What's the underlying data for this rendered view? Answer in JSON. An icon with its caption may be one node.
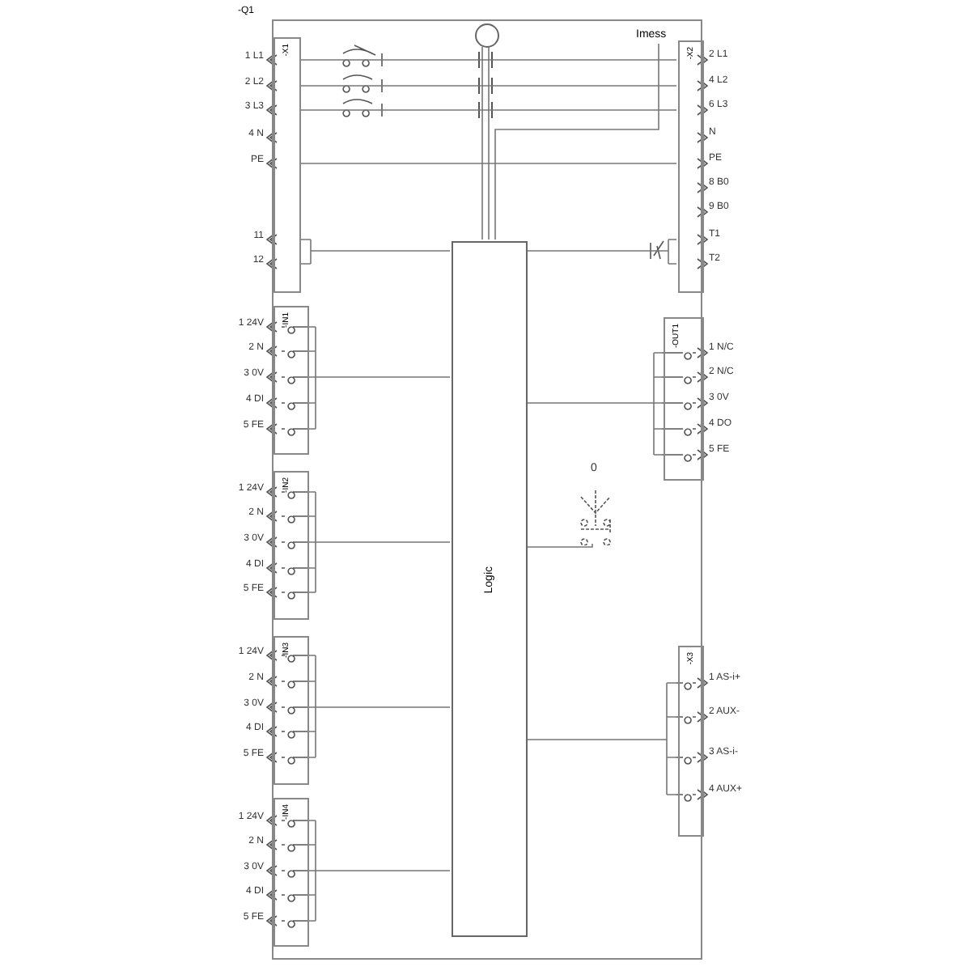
{
  "diagram": {
    "nodes": [
      {
        "text": [
          "-Q1"
        ]
      },
      {
        "text": [
          "-X1"
        ],
        "in": 0,
        "beside": [
          "1 L1",
          "2 L2",
          "3 L3",
          "4 N",
          "PE",
          "11",
          "12"
        ]
      },
      {
        "text": [],
        "shape": "circle",
        "in": 0
      },
      {
        "text": [
          "Imess"
        ],
        "in": 0
      },
      {
        "text": [
          "-X2"
        ],
        "in": 0,
        "beside": [
          "2 L1",
          "4 L2",
          "6 L3",
          "N",
          "PE",
          "8 B0",
          "9 B0",
          "T1",
          "T2"
        ]
      },
      {
        "text": [
          "Logic"
        ],
        "in": 0
      },
      {
        "text": [
          "-IN1"
        ],
        "in": 0,
        "beside": [
          "1 24V",
          "2 N",
          "3 0V",
          "4 DI",
          "5 FE"
        ]
      },
      {
        "text": [
          "-OUT1"
        ],
        "in": 0,
        "beside": [
          "1 N/C",
          "2 N/C",
          "3 0V",
          "4 DO",
          "5 FE"
        ]
      },
      {
        "text": [],
        "shape": "picture",
        "in": 0,
        "beside": [
          "0"
        ]
      },
      {
        "text": [
          "-IN2"
        ],
        "in": 0,
        "beside": [
          "1 24V",
          "2 N",
          "3 0V",
          "4 DI",
          "5 FE"
        ]
      },
      {
        "text": [
          "-IN3"
        ],
        "in": 0,
        "beside": [
          "1 24V",
          "2 N",
          "3 0V",
          "4 DI",
          "5 FE"
        ]
      },
      {
        "text": [
          "-X3"
        ],
        "in": 0,
        "beside": [
          "1 AS-i+",
          "2 AUX-",
          "3 AS-i-",
          "4 AUX+"
        ]
      },
      {
        "text": [
          "-IN4"
        ],
        "in": 0,
        "beside": [
          "1 24V",
          "2 N",
          "3 0V",
          "4 DI",
          "5 FE"
        ]
      }
    ],
    "edges": [
      {
        "from": 1,
        "to": 4,
        "arrow": "none"
      },
      {
        "from": 1,
        "to": 4,
        "arrow": "none"
      },
      {
        "from": 1,
        "to": 4,
        "arrow": "none"
      },
      {
        "from": 1,
        "to": 4,
        "arrow": "none"
      },
      {
        "from": 1,
        "to": 5,
        "arrow": "none"
      },
      {
        "from": 5,
        "to": 4,
        "arrow": "none"
      },
      {
        "from": 6,
        "to": 5,
        "arrow": "none"
      },
      {
        "from": 9,
        "to": 5,
        "arrow": "none"
      },
      {
        "from": 10,
        "to": 5,
        "arrow": "none"
      },
      {
        "from": 12,
        "to": 5,
        "arrow": "none"
      },
      {
        "from": 5,
        "to": 7,
        "arrow": "none"
      },
      {
        "from": 5,
        "to": 11,
        "arrow": "none"
      },
      {
        "from": 2,
        "to": 5,
        "arrow": "none"
      },
      {
        "from": 3,
        "to": 5,
        "arrow": "none"
      },
      {
        "from": 8,
        "to": 5,
        "arrow": "none"
      }
    ]
  }
}
